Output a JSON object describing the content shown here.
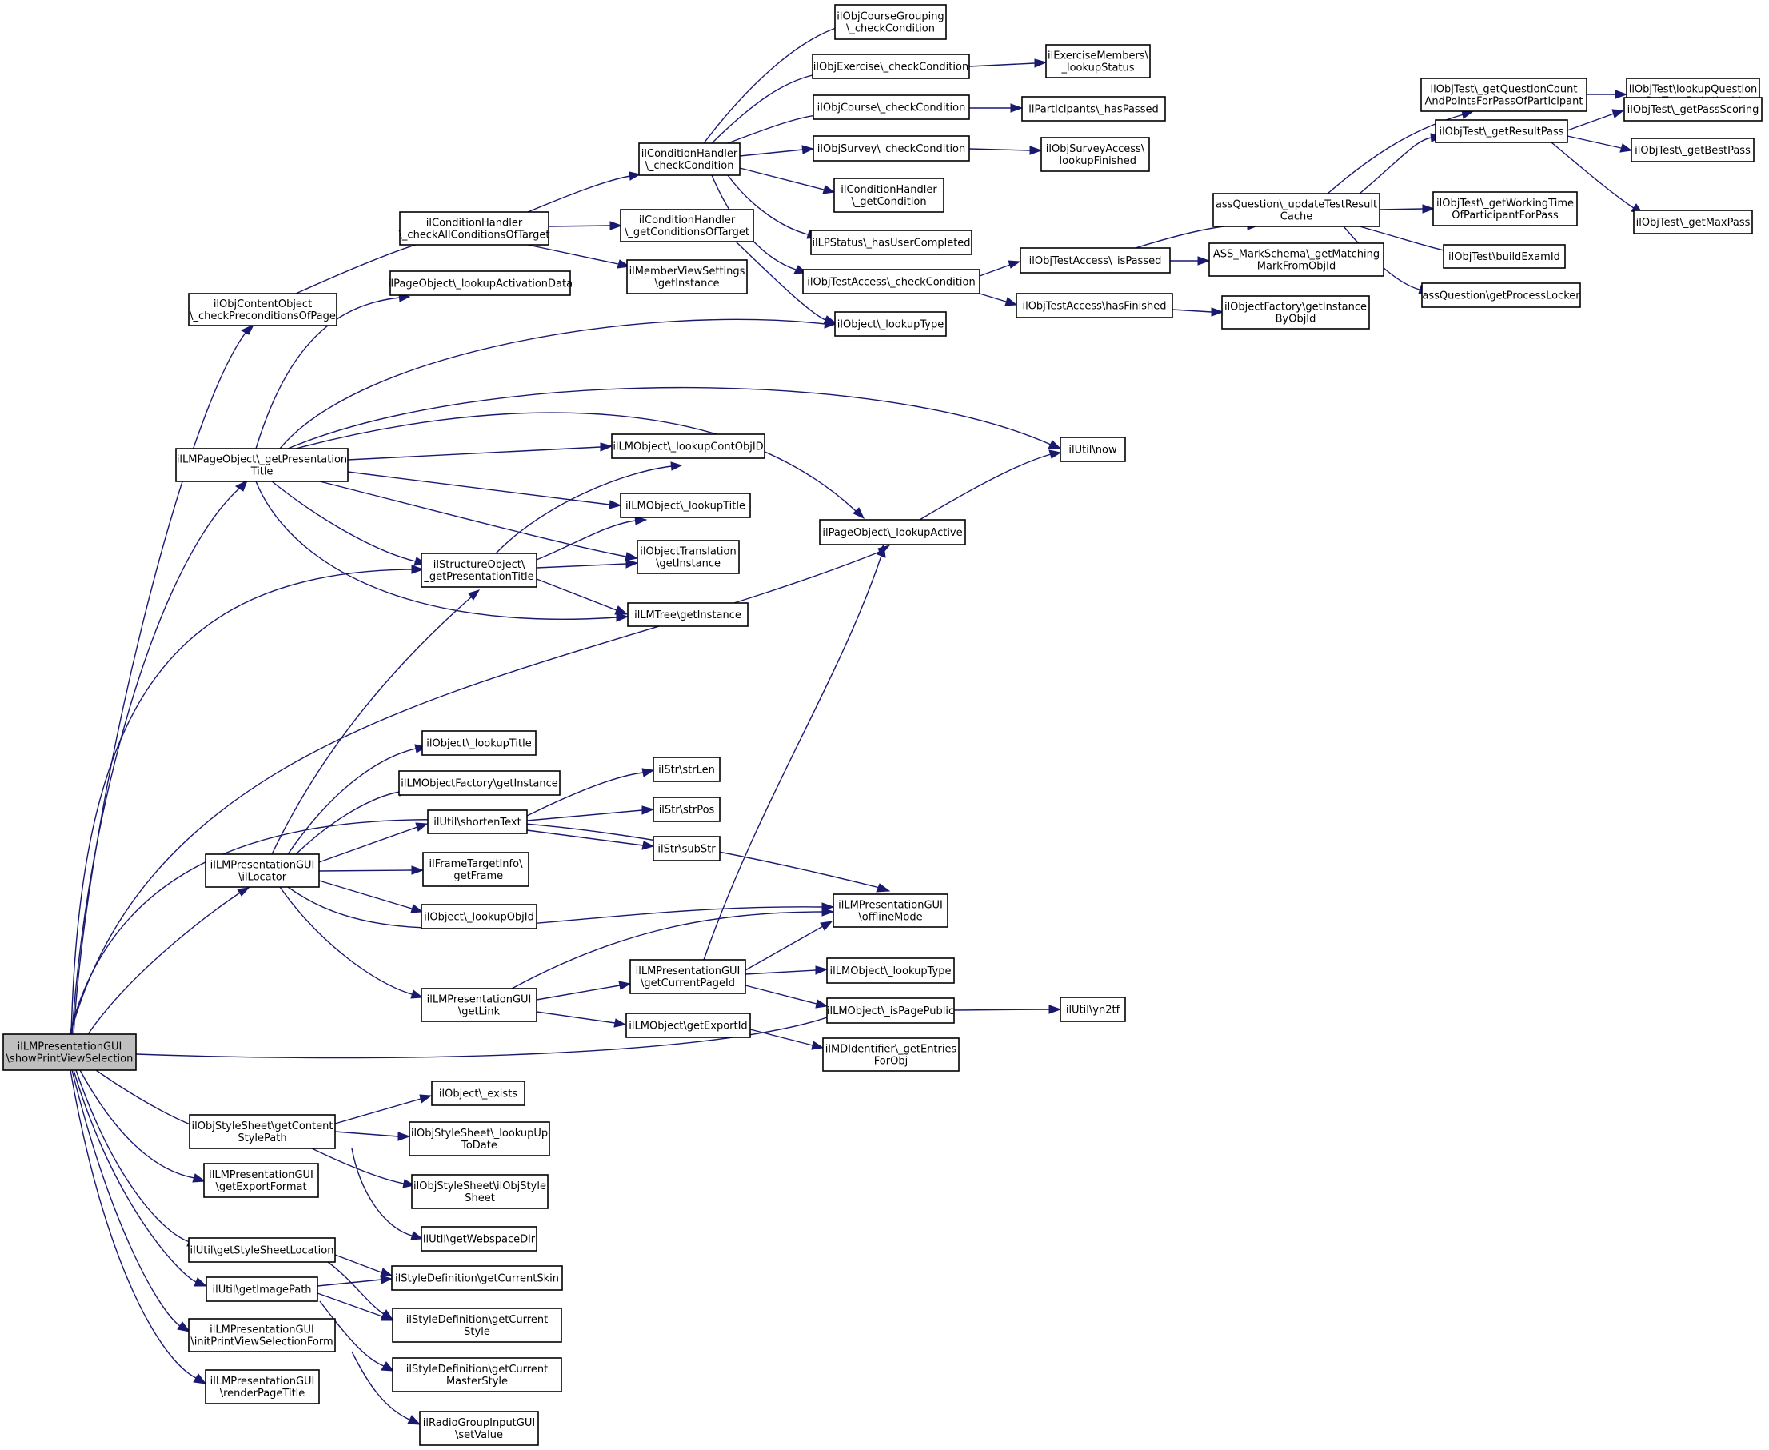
{
  "diagram": {
    "kind": "call-graph",
    "colors": {
      "edge": "#191970",
      "node_border": "#000000",
      "node_fill": "#ffffff",
      "root_fill": "#bfbfbf"
    },
    "nodes": [
      {
        "id": "root",
        "label": [
          "ilLMPresentationGUI",
          "\\showPrintViewSelection"
        ],
        "root": true
      },
      {
        "id": "n_checkPrecond",
        "label": [
          "ilObjContentObject",
          "\\_checkPreconditionsOfPage"
        ]
      },
      {
        "id": "n_checkAllCond",
        "label": [
          "ilConditionHandler",
          "\\_checkAllConditionsOfTarget"
        ]
      },
      {
        "id": "n_condCheck",
        "label": [
          "ilConditionHandler",
          "\\_checkCondition"
        ]
      },
      {
        "id": "n_crsGroup",
        "label": [
          "ilObjCourseGrouping",
          "\\_checkCondition"
        ]
      },
      {
        "id": "n_exCheck",
        "label": [
          "ilObjExercise\\_checkCondition"
        ]
      },
      {
        "id": "n_exMembers",
        "label": [
          "ilExerciseMembers\\",
          "_lookupStatus"
        ]
      },
      {
        "id": "n_crsCheck",
        "label": [
          "ilObjCourse\\_checkCondition"
        ]
      },
      {
        "id": "n_partPassed",
        "label": [
          "ilParticipants\\_hasPassed"
        ]
      },
      {
        "id": "n_svyCheck",
        "label": [
          "ilObjSurvey\\_checkCondition"
        ]
      },
      {
        "id": "n_svyFinished",
        "label": [
          "ilObjSurveyAccess\\",
          "_lookupFinished"
        ]
      },
      {
        "id": "n_condGet",
        "label": [
          "ilConditionHandler",
          "\\_getCondition"
        ]
      },
      {
        "id": "n_lpStatus",
        "label": [
          "ilLPStatus\\_hasUserCompleted"
        ]
      },
      {
        "id": "n_testAccCheck",
        "label": [
          "ilObjTestAccess\\_checkCondition"
        ]
      },
      {
        "id": "n_isPassed",
        "label": [
          "ilObjTestAccess\\_isPassed"
        ]
      },
      {
        "id": "n_hasFinished",
        "label": [
          "ilObjTestAccess\\hasFinished"
        ]
      },
      {
        "id": "n_objFactory",
        "label": [
          "ilObjectFactory\\getInstance",
          "ByObjId"
        ]
      },
      {
        "id": "n_updResult",
        "label": [
          "assQuestion\\_updateTestResult",
          "Cache"
        ]
      },
      {
        "id": "n_markSchema",
        "label": [
          "ASS_MarkSchema\\_getMatching",
          "MarkFromObjId"
        ]
      },
      {
        "id": "n_qCount",
        "label": [
          "ilObjTest\\_getQuestionCount",
          "AndPointsForPassOfParticipant"
        ]
      },
      {
        "id": "n_qSetType",
        "label": [
          "ilObjTest\\lookupQuestion",
          "SetTypeByActiveId"
        ]
      },
      {
        "id": "n_resultPass",
        "label": [
          "ilObjTest\\_getResultPass"
        ]
      },
      {
        "id": "n_passScoring",
        "label": [
          "ilObjTest\\_getPassScoring"
        ]
      },
      {
        "id": "n_bestPass",
        "label": [
          "ilObjTest\\_getBestPass"
        ]
      },
      {
        "id": "n_maxPass",
        "label": [
          "ilObjTest\\_getMaxPass"
        ]
      },
      {
        "id": "n_workTime",
        "label": [
          "ilObjTest\\_getWorkingTime",
          "OfParticipantForPass"
        ]
      },
      {
        "id": "n_examId",
        "label": [
          "ilObjTest\\buildExamId"
        ]
      },
      {
        "id": "n_procLocker",
        "label": [
          "assQuestion\\getProcessLocker"
        ]
      },
      {
        "id": "n_condGetTarget",
        "label": [
          "ilConditionHandler",
          "\\_getConditionsOfTarget"
        ]
      },
      {
        "id": "n_memberView",
        "label": [
          "ilMemberViewSettings",
          "\\getInstance"
        ]
      },
      {
        "id": "n_pageActData",
        "label": [
          "ilPageObject\\_lookupActivationData"
        ]
      },
      {
        "id": "n_objLookupType",
        "label": [
          "ilObject\\_lookupType"
        ]
      },
      {
        "id": "n_presTitle",
        "label": [
          "ilLMPageObject\\_getPresentation",
          "Title"
        ]
      },
      {
        "id": "n_utilNow",
        "label": [
          "ilUtil\\now"
        ]
      },
      {
        "id": "n_contObjID",
        "label": [
          "ilLMObject\\_lookupContObjID"
        ]
      },
      {
        "id": "n_lmLookupTitle",
        "label": [
          "ilLMObject\\_lookupTitle"
        ]
      },
      {
        "id": "n_objTrans",
        "label": [
          "ilObjectTranslation",
          "\\getInstance"
        ]
      },
      {
        "id": "n_pageActive",
        "label": [
          "ilPageObject\\_lookupActive"
        ]
      },
      {
        "id": "n_stPresTitle",
        "label": [
          "ilStructureObject\\",
          "_getPresentationTitle"
        ]
      },
      {
        "id": "n_lmTree",
        "label": [
          "ilLMTree\\getInstance"
        ]
      },
      {
        "id": "n_objLookupTitle",
        "label": [
          "ilObject\\_lookupTitle"
        ]
      },
      {
        "id": "n_lmObjFactory",
        "label": [
          "ilLMObjectFactory\\getInstance"
        ]
      },
      {
        "id": "n_shortenText",
        "label": [
          "ilUtil\\shortenText"
        ]
      },
      {
        "id": "n_strLen",
        "label": [
          "ilStr\\strLen"
        ]
      },
      {
        "id": "n_strPos",
        "label": [
          "ilStr\\strPos"
        ]
      },
      {
        "id": "n_subStr",
        "label": [
          "ilStr\\subStr"
        ]
      },
      {
        "id": "n_locator",
        "label": [
          "ilLMPresentationGUI",
          "\\ilLocator"
        ]
      },
      {
        "id": "n_frameTarget",
        "label": [
          "ilFrameTargetInfo\\",
          "_getFrame"
        ]
      },
      {
        "id": "n_lookupObjId",
        "label": [
          "ilObject\\_lookupObjId"
        ]
      },
      {
        "id": "n_offline",
        "label": [
          "ilLMPresentationGUI",
          "\\offlineMode"
        ]
      },
      {
        "id": "n_getLink",
        "label": [
          "ilLMPresentationGUI",
          "\\getLink"
        ]
      },
      {
        "id": "n_curPageId",
        "label": [
          "ilLMPresentationGUI",
          "\\getCurrentPageId"
        ]
      },
      {
        "id": "n_lmLookupType",
        "label": [
          "ilLMObject\\_lookupType"
        ]
      },
      {
        "id": "n_isPagePublic",
        "label": [
          "ilLMObject\\_isPagePublic"
        ]
      },
      {
        "id": "n_yn2tf",
        "label": [
          "ilUtil\\yn2tf"
        ]
      },
      {
        "id": "n_exportId",
        "label": [
          "ilLMObject\\getExportId"
        ]
      },
      {
        "id": "n_mdEntries",
        "label": [
          "ilMDIdentifier\\_getEntries",
          "ForObj"
        ]
      },
      {
        "id": "n_objExists",
        "label": [
          "ilObject\\_exists"
        ]
      },
      {
        "id": "n_contStyle",
        "label": [
          "ilObjStyleSheet\\getContent",
          "StylePath"
        ]
      },
      {
        "id": "n_lookupUpToDate",
        "label": [
          "ilObjStyleSheet\\_lookupUp",
          "ToDate"
        ]
      },
      {
        "id": "n_styleCtor",
        "label": [
          "ilObjStyleSheet\\ilObjStyle",
          "Sheet"
        ]
      },
      {
        "id": "n_webspace",
        "label": [
          "ilUtil\\getWebspaceDir"
        ]
      },
      {
        "id": "n_exportFormat",
        "label": [
          "ilLMPresentationGUI",
          "\\getExportFormat"
        ]
      },
      {
        "id": "n_styleLoc",
        "label": [
          "ilUtil\\getStyleSheetLocation"
        ]
      },
      {
        "id": "n_curSkin",
        "label": [
          "ilStyleDefinition\\getCurrentSkin"
        ]
      },
      {
        "id": "n_imagePath",
        "label": [
          "ilUtil\\getImagePath"
        ]
      },
      {
        "id": "n_curStyle",
        "label": [
          "ilStyleDefinition\\getCurrent",
          "Style"
        ]
      },
      {
        "id": "n_initForm",
        "label": [
          "ilLMPresentationGUI",
          "\\initPrintViewSelectionForm"
        ]
      },
      {
        "id": "n_masterStyle",
        "label": [
          "ilStyleDefinition\\getCurrent",
          "MasterStyle"
        ]
      },
      {
        "id": "n_renderTitle",
        "label": [
          "ilLMPresentationGUI",
          "\\renderPageTitle"
        ]
      },
      {
        "id": "n_radioSet",
        "label": [
          "ilRadioGroupInputGUI",
          "\\setValue"
        ]
      }
    ]
  }
}
